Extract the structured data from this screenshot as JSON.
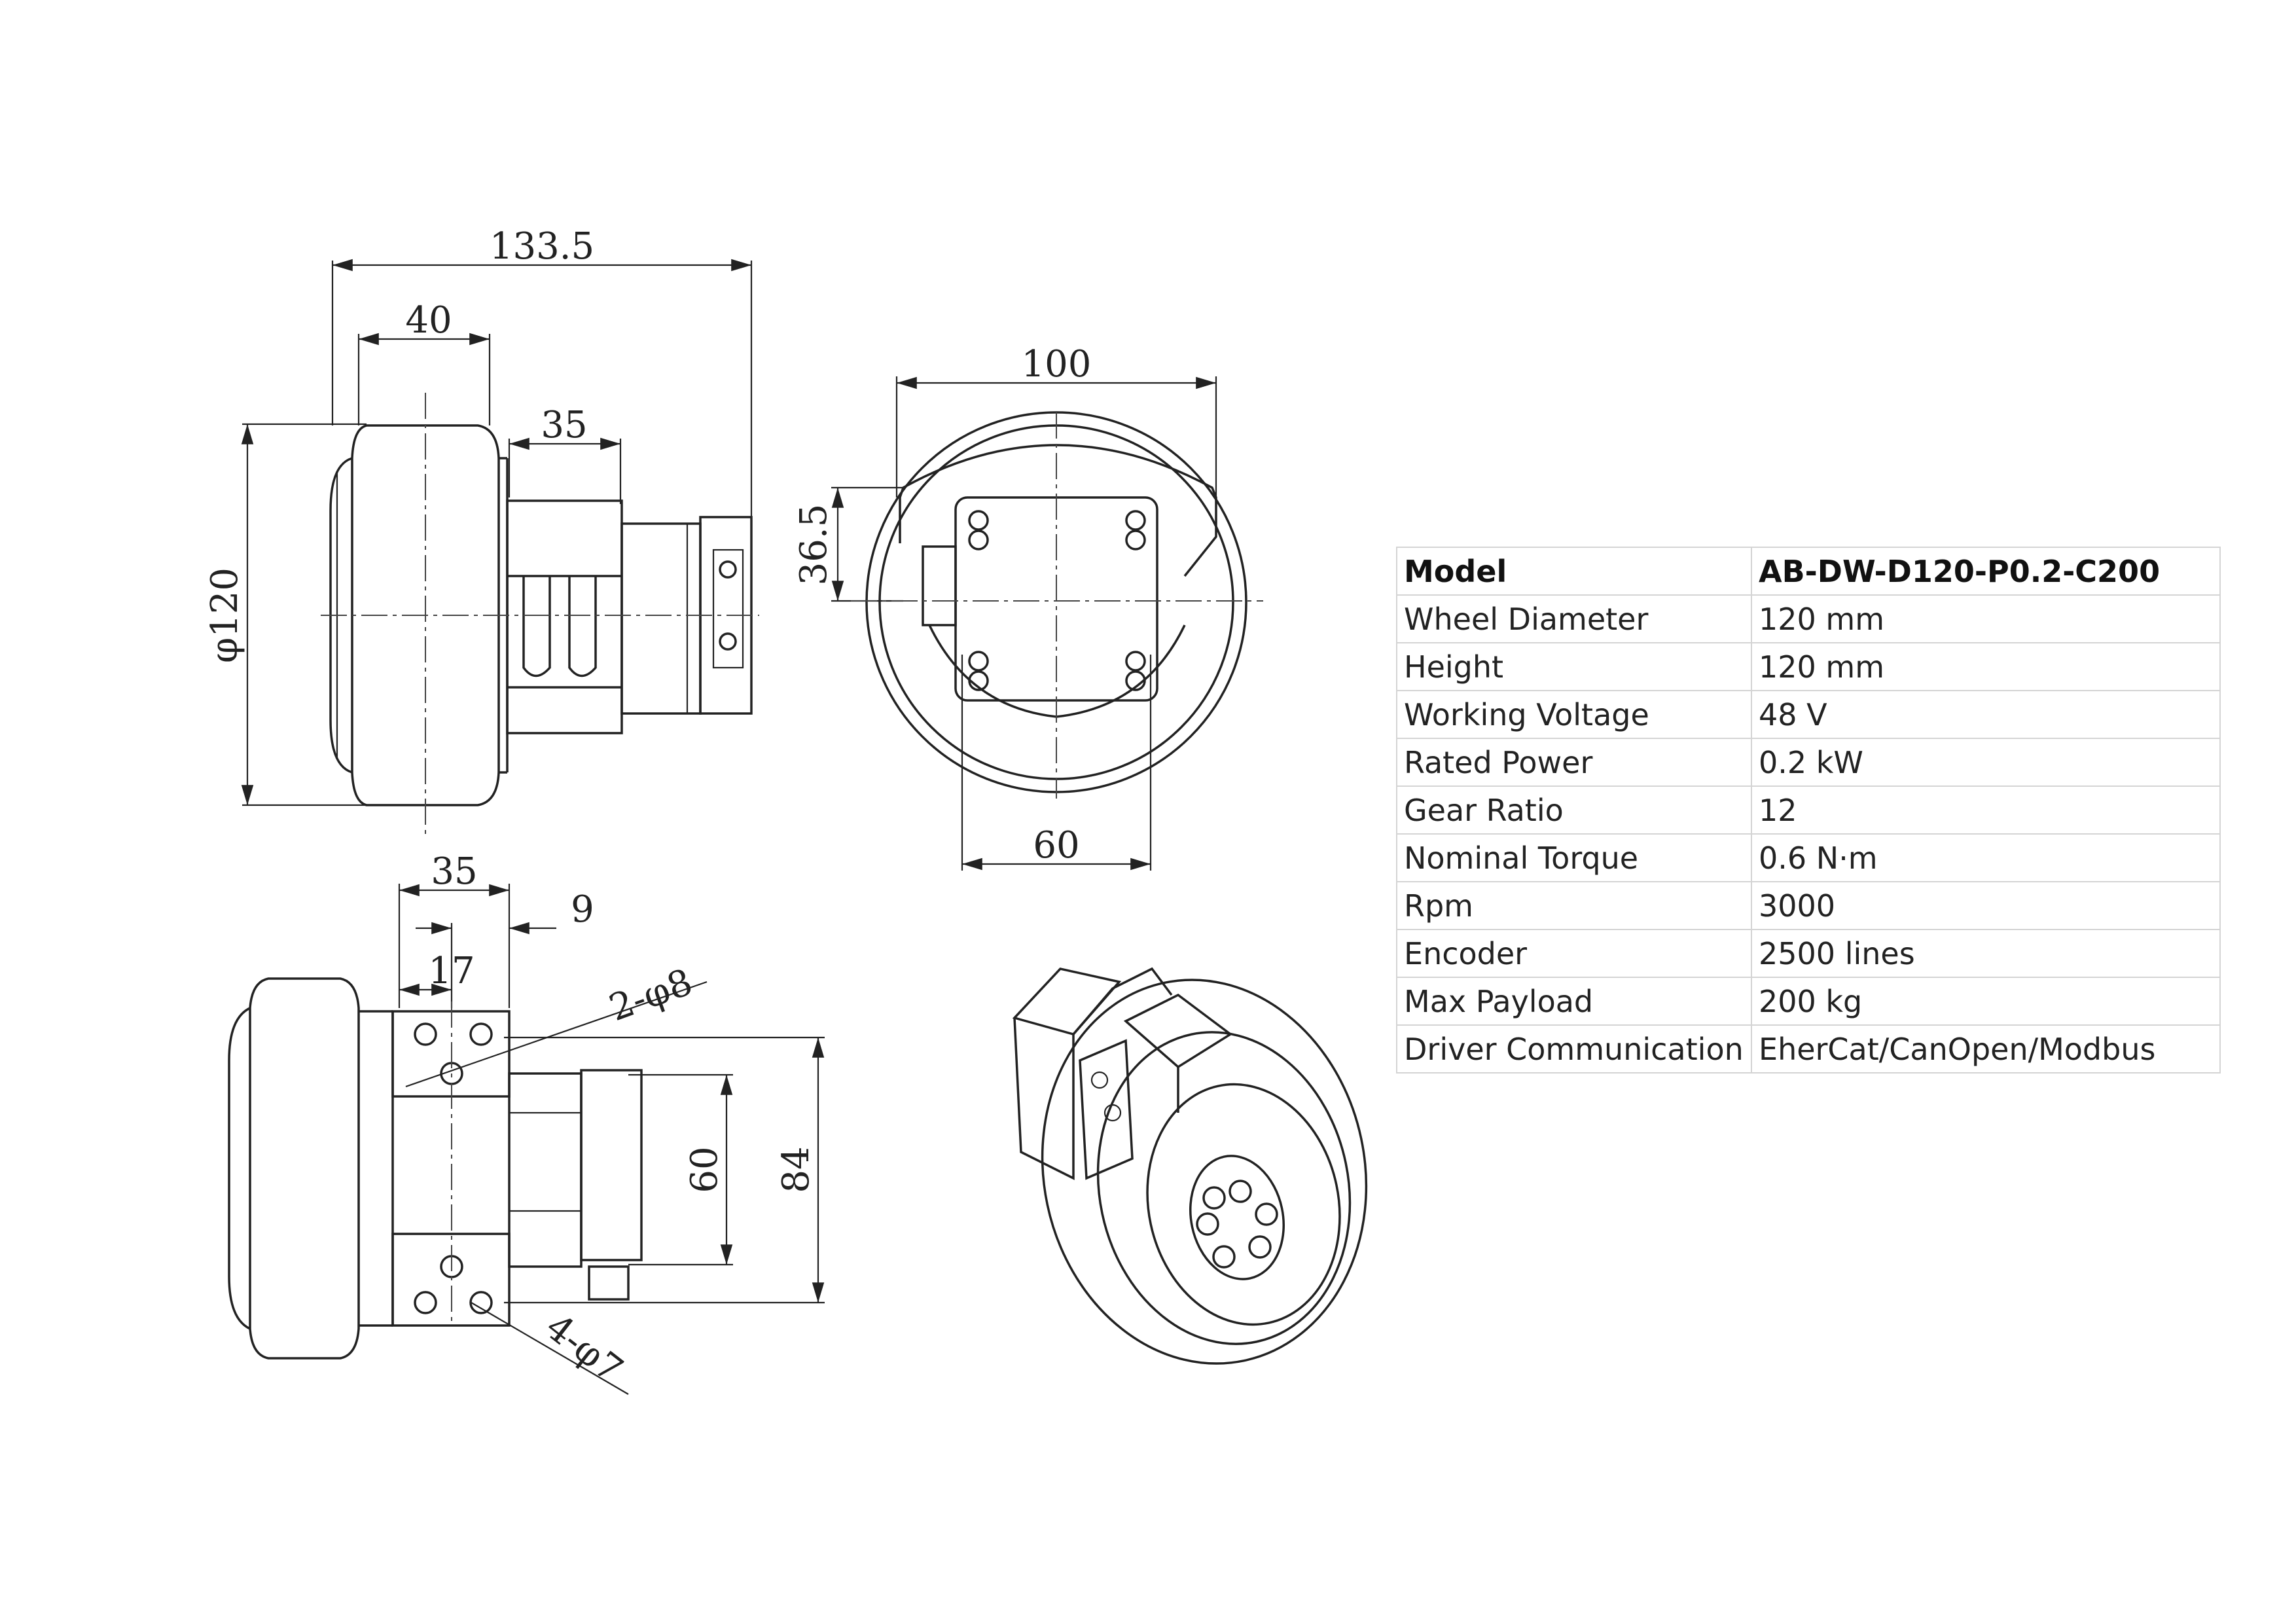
{
  "drawing": {
    "side_view": {
      "overall_length": "133.5",
      "wheel_width": "40",
      "motor_offset": "35",
      "diameter": "φ120"
    },
    "front_view": {
      "width": "100",
      "height_offset": "36.5",
      "mount_width": "60"
    },
    "top_view": {
      "hole_span": "35",
      "hole_offset_a": "17",
      "hole_offset_b": "9",
      "holes_small": "2-φ8",
      "holes_large": "4-φ7",
      "mount_height": "60",
      "plate_height": "84"
    }
  },
  "specs": {
    "header": {
      "label": "Model",
      "value": "AB-DW-D120-P0.2-C200"
    },
    "rows": [
      {
        "label": "Wheel Diameter",
        "value": "120 mm"
      },
      {
        "label": "Height",
        "value": "120 mm"
      },
      {
        "label": "Working Voltage",
        "value": "48 V"
      },
      {
        "label": "Rated Power",
        "value": "0.2 kW"
      },
      {
        "label": "Gear Ratio",
        "value": "12"
      },
      {
        "label": "Nominal Torque",
        "value": "0.6 N·m"
      },
      {
        "label": "Rpm",
        "value": "3000"
      },
      {
        "label": "Encoder",
        "value": "2500 lines"
      },
      {
        "label": "Max Payload",
        "value": "200 kg"
      },
      {
        "label": "Driver Communication",
        "value": "EherCat/CanOpen/Modbus"
      }
    ]
  }
}
